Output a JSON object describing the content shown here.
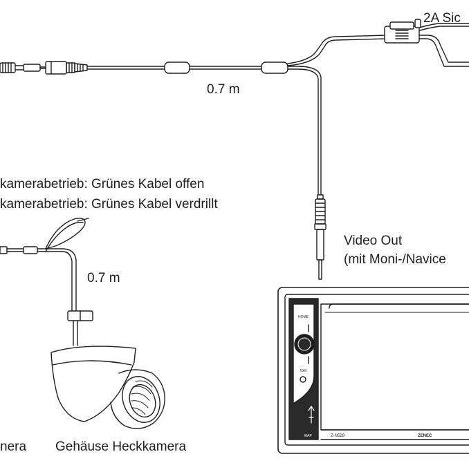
{
  "labels": {
    "fuse_label": "2A Sic",
    "cable_length_top": "0.7 m",
    "mode_line_1": "kamerabetrieb: Grünes Kabel offen",
    "mode_line_2": "kamerabetrieb: Grünes Kabel verdrillt",
    "cable_length_camera": "0.7 m",
    "video_out_line_1": "Video Out",
    "video_out_line_2": "(mit Moni-/Navice",
    "camera_caption_left": "nera",
    "camera_caption_right": "Gehäuse Heckkamera"
  },
  "head_unit": {
    "home_label": "HOME",
    "nav_label": "NAV",
    "map_label": "MAP",
    "model_label": "Z-N528",
    "brand_label": "ZENEC"
  },
  "colors": {
    "line": "#1e1e1e",
    "background": "#ffffff",
    "dark_fill": "#2a2a2a"
  }
}
